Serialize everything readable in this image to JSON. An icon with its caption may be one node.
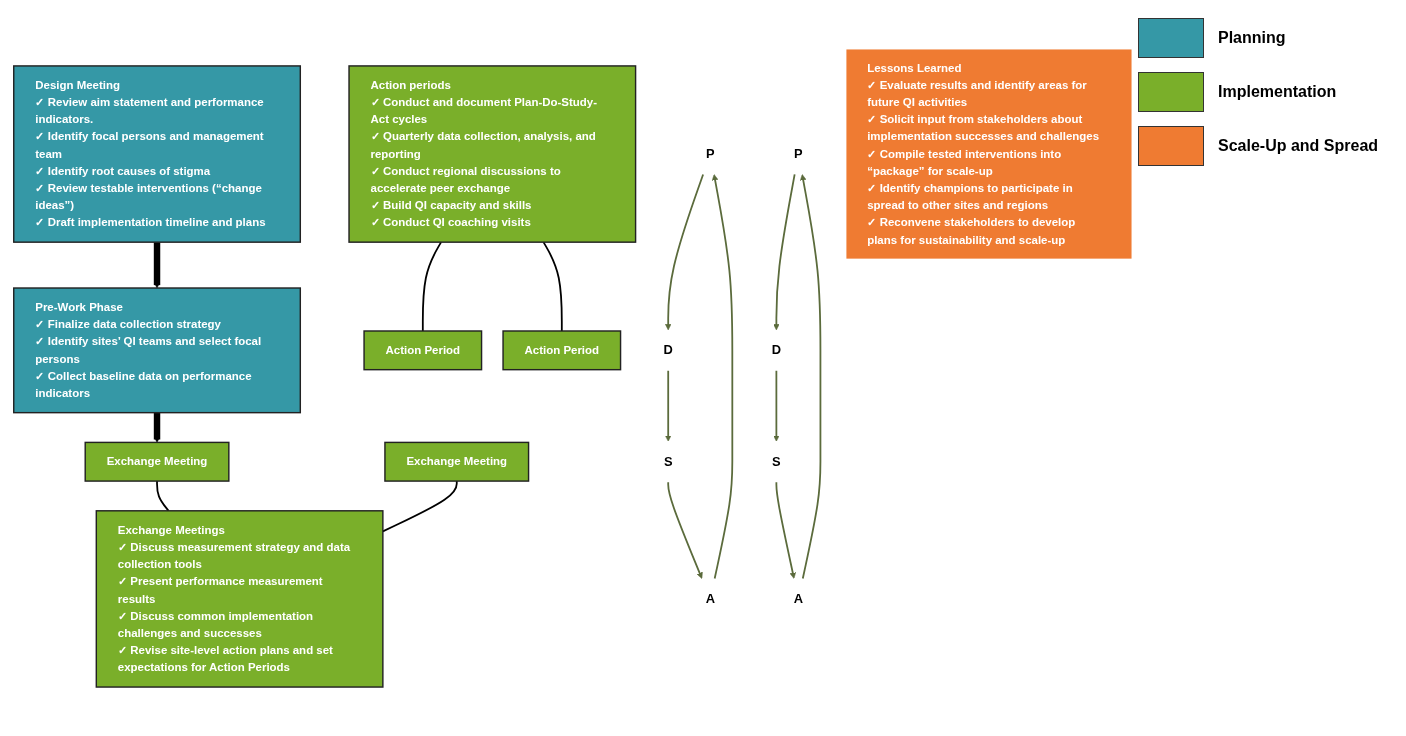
{
  "diagram": {
    "nodes": [
      {
        "text": [
          "Design Meeting",
          "✓ Review aim statement and performance indicators.",
          "✓ Identify focal persons and management team",
          "✓ Identify root causes of stigma",
          "✓ Review testable interventions (“change ideas”)",
          "✓ Draft implementation timeline and plans"
        ]
      },
      {
        "text": [
          "Pre-Work Phase",
          "✓ Finalize data collection strategy",
          "✓ Identify sites’ QI teams and select focal persons",
          "✓ Collect baseline data on performance indicators"
        ]
      },
      {
        "text": [
          "Action periods",
          "✓ Conduct and document Plan-Do-Study-Act cycles",
          "✓ Quarterly data collection, analysis, and reporting",
          "✓ Conduct regional discussions to accelerate peer exchange",
          "✓ Build QI capacity and skills",
          "✓ Conduct QI coaching visits"
        ]
      },
      {
        "text": [
          "Action Period"
        ]
      },
      {
        "text": [
          "Action Period"
        ]
      },
      {
        "text": [
          "Exchange Meeting"
        ]
      },
      {
        "text": [
          "Exchange Meeting"
        ]
      },
      {
        "text": [
          "Exchange Meetings",
          "✓ Discuss measurement strategy and data collection tools",
          "✓ Present performance measurement results",
          "✓ Discuss common implementation challenges and successes",
          "✓ Revise site-level action plans and set expectations for Action Periods"
        ]
      },
      {
        "text": [
          "Lessons Learned",
          "✓ Evaluate results and identify areas for future QI activities",
          "✓ Solicit input from stakeholders about implementation successes and challenges",
          "✓ Compile tested interventions into “package” for scale-up",
          "✓ Identify champions to participate in spread to other sites and regions",
          "✓ Reconvene stakeholders to develop plans for sustainability and scale-up"
        ]
      },
      {
        "text": [
          "P"
        ]
      },
      {
        "text": [
          "D"
        ]
      },
      {
        "text": [
          "S"
        ]
      },
      {
        "text": [
          "A"
        ]
      },
      {
        "text": [
          "P"
        ]
      },
      {
        "text": [
          "D"
        ]
      },
      {
        "text": [
          "S"
        ]
      },
      {
        "text": [
          "A"
        ]
      }
    ],
    "edges": [
      {
        "from": 0,
        "to": 1,
        "arrow": "to",
        "style": "thick",
        "color": "#000000"
      },
      {
        "from": 1,
        "to": 5,
        "arrow": "to",
        "style": "thick",
        "color": "#000000"
      },
      {
        "from": 2,
        "to": 3,
        "arrow": "none",
        "color": "#000000"
      },
      {
        "from": 2,
        "to": 4,
        "arrow": "none",
        "color": "#000000"
      },
      {
        "from": 5,
        "to": 7,
        "arrow": "none",
        "color": "#000000"
      },
      {
        "from": 6,
        "to": 7,
        "arrow": "none",
        "color": "#000000"
      },
      {
        "from": 9,
        "to": 10,
        "arrow": "to",
        "color": "#5b6b3c"
      },
      {
        "from": 10,
        "to": 11,
        "arrow": "to",
        "color": "#5b6b3c"
      },
      {
        "from": 11,
        "to": 12,
        "arrow": "to",
        "color": "#5b6b3c"
      },
      {
        "from": 12,
        "to": 9,
        "arrow": "to",
        "color": "#5b6b3c"
      },
      {
        "from": 13,
        "to": 14,
        "arrow": "to",
        "color": "#5b6b3c"
      },
      {
        "from": 14,
        "to": 15,
        "arrow": "to",
        "color": "#5b6b3c"
      },
      {
        "from": 15,
        "to": 16,
        "arrow": "to",
        "color": "#5b6b3c"
      },
      {
        "from": 16,
        "to": 13,
        "arrow": "to",
        "color": "#5b6b3c"
      }
    ],
    "legend": [
      {
        "text": "Planning",
        "color": "#3598a6"
      },
      {
        "text": "Implementation",
        "color": "#7aaf2a"
      },
      {
        "text": "Scale-Up and Spread",
        "color": "#ef7b32"
      }
    ]
  }
}
